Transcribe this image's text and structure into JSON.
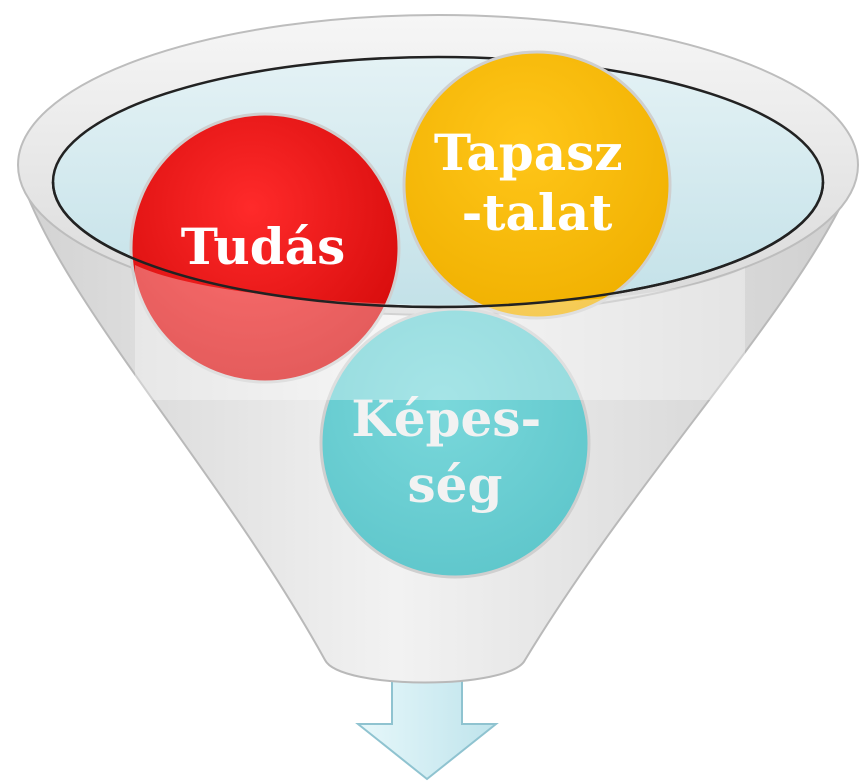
{
  "diagram": {
    "balls": [
      {
        "id": "tudas",
        "lines": [
          "Tudás"
        ],
        "color": "#ef1c1c",
        "text_color": "#ffffff"
      },
      {
        "id": "tapasztalat",
        "lines": [
          "Tapasz",
          "-talat"
        ],
        "color": "#fbbd12",
        "text_color": "#ffffff"
      },
      {
        "id": "kepesseg",
        "lines": [
          "Képes-",
          "ség"
        ],
        "color": "#6bd2d6",
        "text_color": "#f2f2f2"
      }
    ],
    "colors": {
      "funnel_fill": "#e6e6e6",
      "funnel_outline": "#b9b9b9",
      "rim_liquid": "#cfe7ec",
      "arrow_fill": "#cfeef4",
      "arrow_outline": "#8fc3d0"
    }
  }
}
